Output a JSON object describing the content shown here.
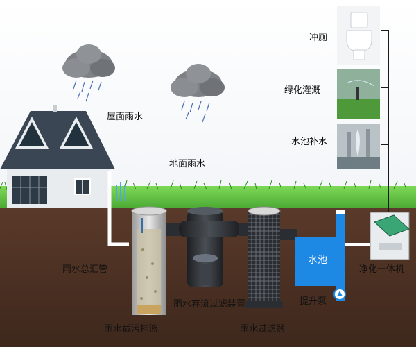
{
  "labels": {
    "roof_rain": "屋面雨水",
    "ground_rain": "地面雨水",
    "toilet": "冲厕",
    "greening": "绿化灌溉",
    "pond": "水池补水",
    "main_pipe": "雨水总汇管",
    "basket": "雨水截污挂篮",
    "diverter": "雨水弃流过滤装置",
    "filter": "雨水过滤器",
    "tank": "水池",
    "pump": "提升泵",
    "purifier": "净化一体机"
  },
  "colors": {
    "soil": "#4a2f22",
    "grass": "#5fbf3a",
    "tank": "#1e88e5",
    "pipe": "#ffffff",
    "roof": "#3a4654",
    "cloud": "#7d8085"
  }
}
